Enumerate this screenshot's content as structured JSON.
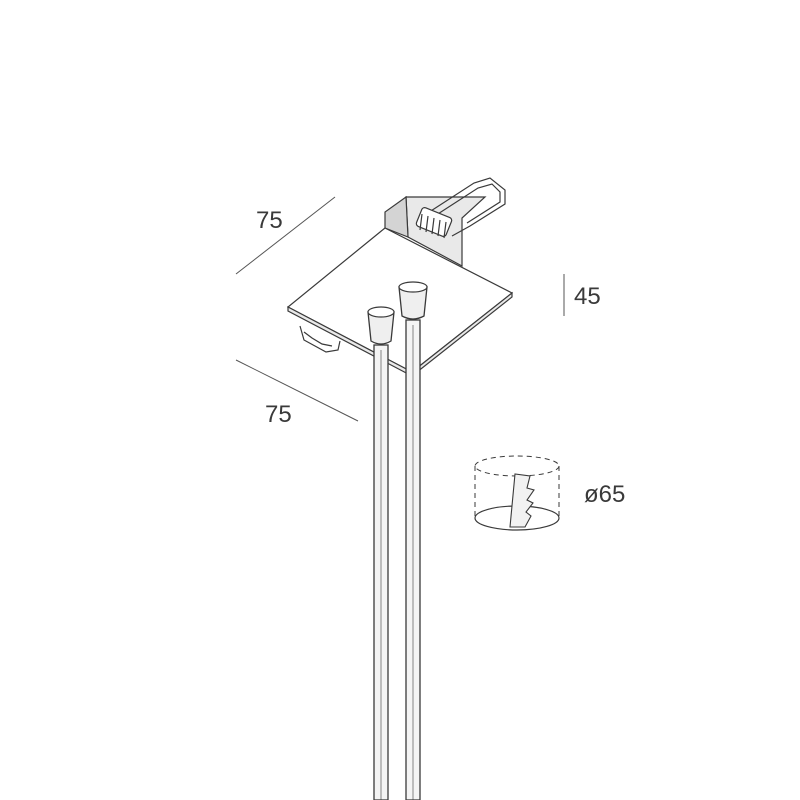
{
  "dimensions": {
    "width_top": "75",
    "width_bottom": "75",
    "height": "45",
    "cutout": "ø65"
  },
  "colors": {
    "line": "#3a3a3a",
    "shade": "#e9e9e9",
    "background": "#ffffff"
  }
}
